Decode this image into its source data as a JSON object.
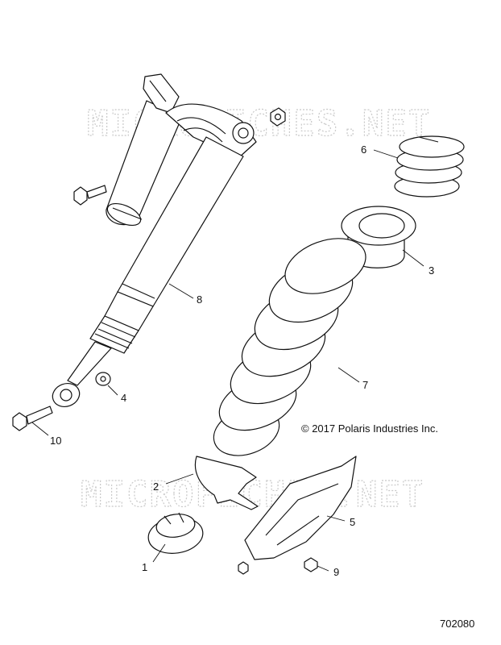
{
  "watermark_text": "MICROFICHES.NET",
  "copyright": "© 2017 Polaris Industries Inc.",
  "figure_number": "702080",
  "callouts": [
    "1",
    "2",
    "3",
    "4",
    "5",
    "6",
    "7",
    "8",
    "9",
    "10"
  ]
}
